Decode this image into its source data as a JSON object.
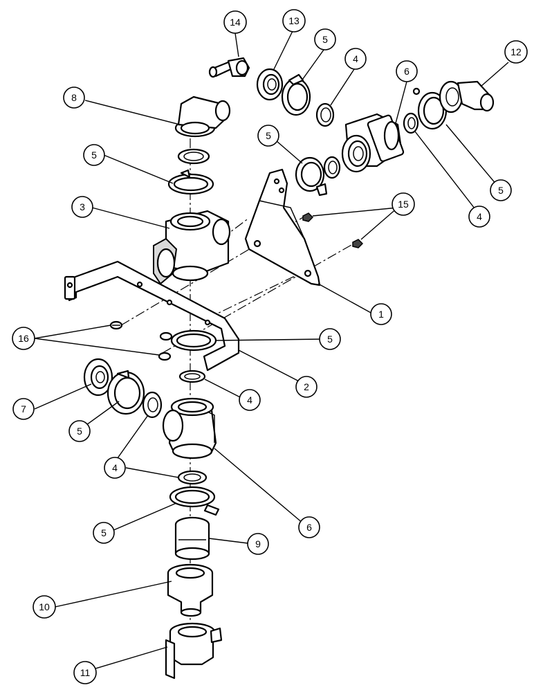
{
  "diagram": {
    "line_color": "#000000",
    "background": "#ffffff",
    "callouts": [
      {
        "id": "c14",
        "label": "14"
      },
      {
        "id": "c13",
        "label": "13"
      },
      {
        "id": "c5a",
        "label": "5"
      },
      {
        "id": "c4a",
        "label": "4"
      },
      {
        "id": "c12",
        "label": "12"
      },
      {
        "id": "c6a",
        "label": "6"
      },
      {
        "id": "c8",
        "label": "8"
      },
      {
        "id": "c5b",
        "label": "5"
      },
      {
        "id": "c5c",
        "label": "5"
      },
      {
        "id": "c5d",
        "label": "5"
      },
      {
        "id": "c4b",
        "label": "4"
      },
      {
        "id": "c15",
        "label": "15"
      },
      {
        "id": "c3",
        "label": "3"
      },
      {
        "id": "c1",
        "label": "1"
      },
      {
        "id": "c16",
        "label": "16"
      },
      {
        "id": "c5e",
        "label": "5"
      },
      {
        "id": "c2",
        "label": "2"
      },
      {
        "id": "c7",
        "label": "7"
      },
      {
        "id": "c4c",
        "label": "4"
      },
      {
        "id": "c5f",
        "label": "5"
      },
      {
        "id": "c4d",
        "label": "4"
      },
      {
        "id": "c6b",
        "label": "6"
      },
      {
        "id": "c5g",
        "label": "5"
      },
      {
        "id": "c9",
        "label": "9"
      },
      {
        "id": "c10",
        "label": "10"
      },
      {
        "id": "c11",
        "label": "11"
      }
    ]
  }
}
